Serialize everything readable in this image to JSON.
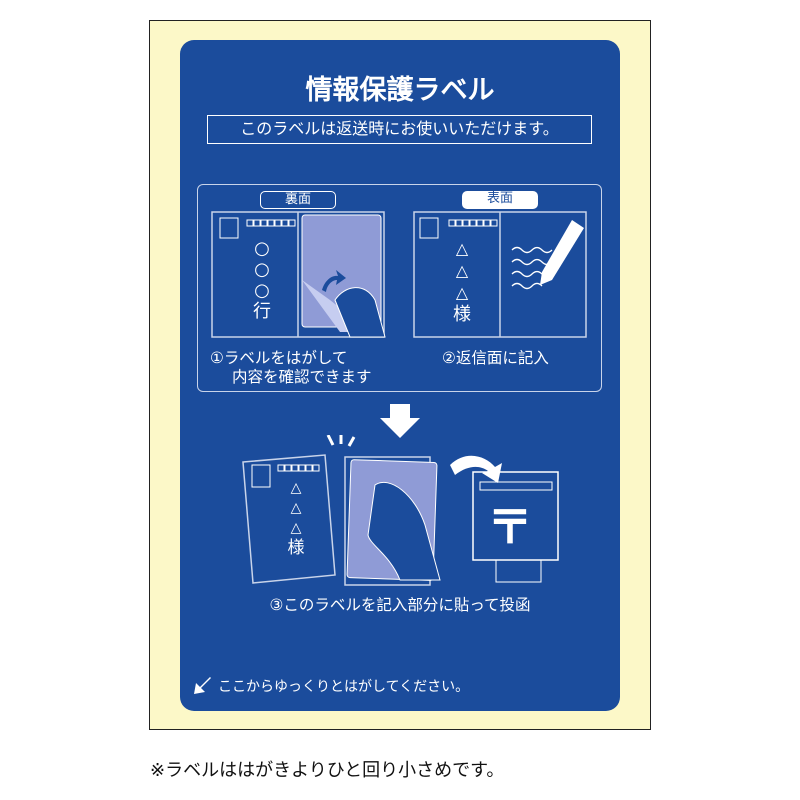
{
  "title": "情報保護ラベル",
  "subtitle": "このラベルは返送時にお使いいただけます。",
  "panel_back": {
    "tag": "裏面",
    "address_chars": [
      "○",
      "○",
      "○",
      "行"
    ],
    "step_label": "①ラベルをはがして",
    "step_label_line2": "内容を確認できます"
  },
  "panel_front": {
    "tag": "表面",
    "address_chars": [
      "△",
      "△",
      "△",
      "様"
    ],
    "step_label": "②返信面に記入"
  },
  "step3": {
    "address_chars": [
      "△",
      "△",
      "△",
      "様"
    ],
    "postmark": "〒",
    "label": "③このラベルを記入部分に貼って投函"
  },
  "peel_hint": "ここからゆっくりとはがしてください。",
  "footnote": "※ラベルははがきよりひと回り小さめです。",
  "colors": {
    "card_blue": "#1b4c9c",
    "background_cream": "#fcf8c8",
    "label_lavender": "#8f9bd6"
  }
}
